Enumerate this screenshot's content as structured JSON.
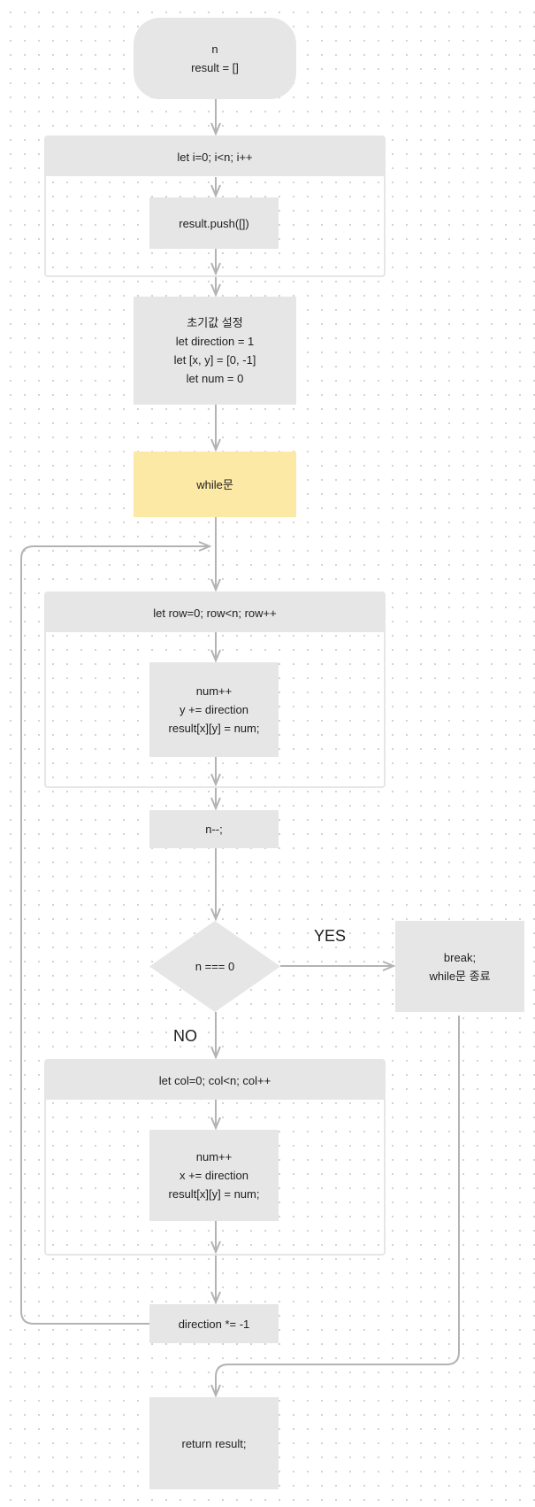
{
  "nodes": {
    "start": "n\nresult = []",
    "init_loop_header": "let i=0; i<n; i++",
    "init_loop_body": "result.push([])",
    "initial_values": "초기값 설정\nlet direction = 1\nlet [x, y] = [0, -1]\nlet num = 0",
    "while": "while문",
    "row_loop_header": "let row=0; row<n; row++",
    "row_loop_body": "num++\ny += direction\nresult[x][y] = num;",
    "decrement": "n--;",
    "condition": "n === 0",
    "break": "break;\nwhile문 종료",
    "col_loop_header": "let col=0; col<n; col++",
    "col_loop_body": "num++\nx += direction\nresult[x][y] = num;",
    "flip_direction": "direction *= -1",
    "return": "return result;"
  },
  "branches": {
    "yes": "YES",
    "no": "NO"
  },
  "colors": {
    "node_fill": "#e6e6e6",
    "highlight_fill": "#fde9a6",
    "connector": "#b3b3b3"
  }
}
